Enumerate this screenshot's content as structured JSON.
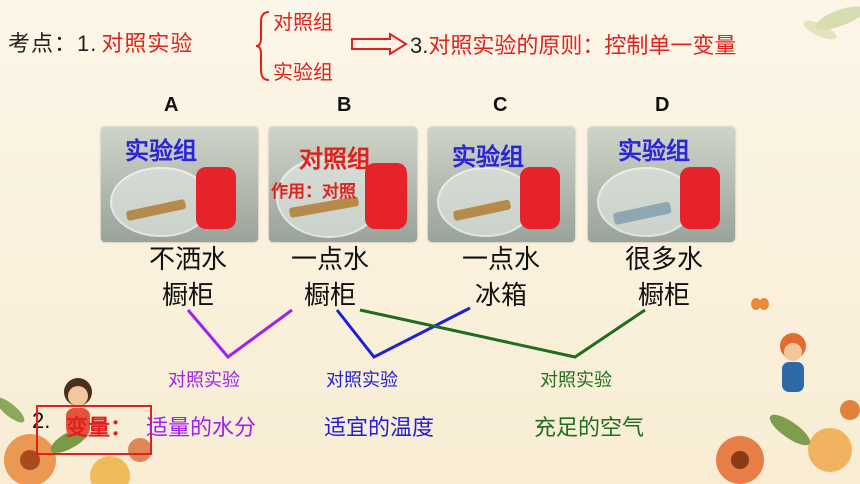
{
  "header": {
    "kaodian": "考点：",
    "num1": "1.",
    "topic": "对照实验",
    "group_control": "对照组",
    "group_exp": "实验组",
    "num3": "3.",
    "principle": "对照实验的原则：控制单一变量"
  },
  "columns": [
    {
      "letter": "A",
      "jar_label": "实验组",
      "cond1": "不洒水",
      "cond2": "橱柜"
    },
    {
      "letter": "B",
      "jar_label": "对照组",
      "jar_note": "作用：对照",
      "cond1": "一点水",
      "cond2": "橱柜"
    },
    {
      "letter": "C",
      "jar_label": "实验组",
      "cond1": "一点水",
      "cond2": "冰箱"
    },
    {
      "letter": "D",
      "jar_label": "实验组",
      "cond1": "很多水",
      "cond2": "橱柜"
    }
  ],
  "comparisons": [
    {
      "label": "对照实验",
      "color": "#a020f0",
      "variable": "适量的水分"
    },
    {
      "label": "对照实验",
      "color": "#1f1fd6",
      "variable": "适宜的温度"
    },
    {
      "label": "对照实验",
      "color": "#1f6e1f",
      "variable": "充足的空气"
    }
  ],
  "footer": {
    "num2": "2.",
    "variable_title": "变量："
  },
  "colors": {
    "red": "#e0211d",
    "blue": "#2b25d9",
    "purple": "#a020f0",
    "green": "#1f6e1f"
  }
}
